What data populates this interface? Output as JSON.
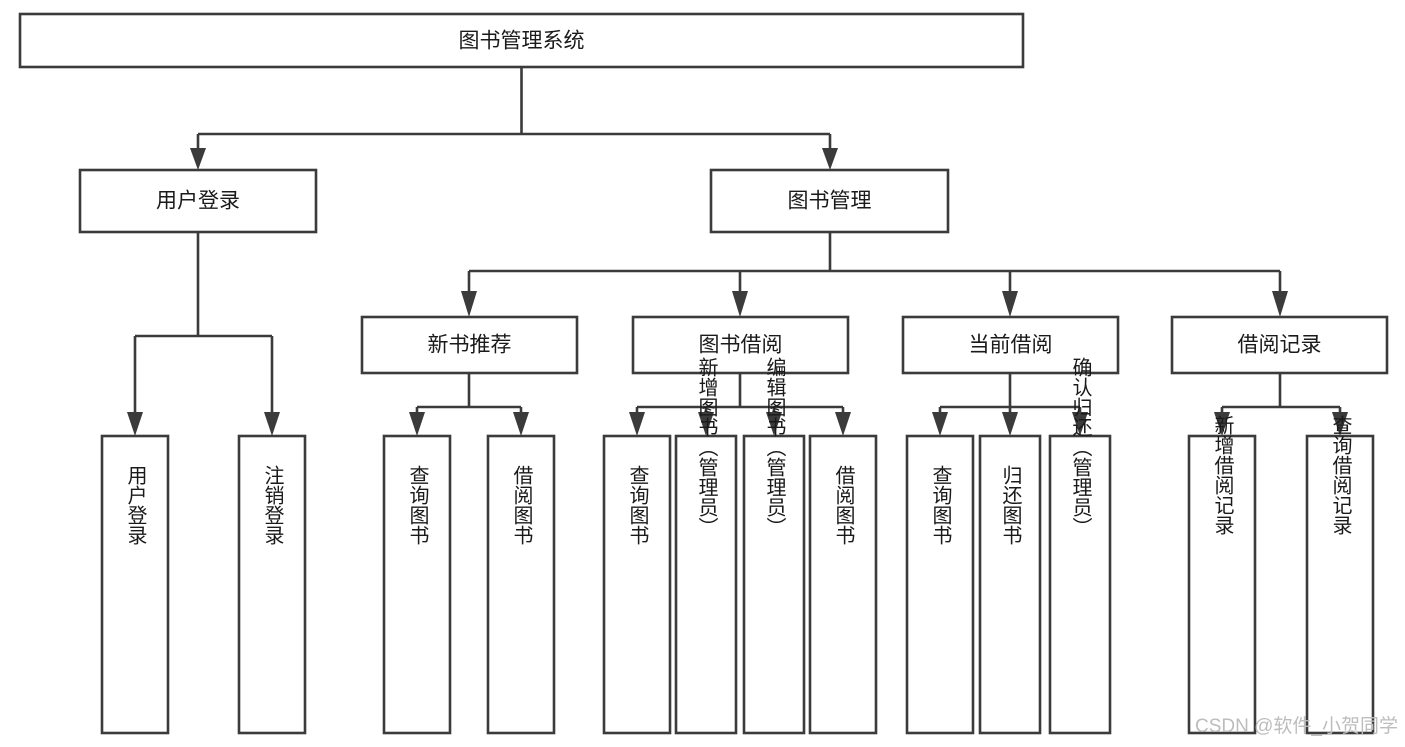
{
  "diagram": {
    "type": "tree-hierarchy",
    "title": "图书管理系统",
    "watermark": "CSDN @软件_小贺同学",
    "colors": {
      "stroke": "#3b3b3b",
      "fill": "#ffffff",
      "text": "#1a1a1a",
      "watermark": "#bdbdbd",
      "background": "#ffffff"
    },
    "levels": {
      "root": {
        "label": "图书管理系统",
        "orientation": "horizontal"
      },
      "level2": [
        {
          "label": "用户登录",
          "orientation": "horizontal"
        },
        {
          "label": "图书管理",
          "orientation": "horizontal"
        }
      ],
      "level3": [
        {
          "label": "新书推荐",
          "orientation": "horizontal"
        },
        {
          "label": "图书借阅",
          "orientation": "horizontal"
        },
        {
          "label": "当前借阅",
          "orientation": "horizontal"
        },
        {
          "label": "借阅记录",
          "orientation": "horizontal"
        }
      ],
      "leaves": [
        {
          "label": "用户登录",
          "orientation": "vertical",
          "parent": "用户登录"
        },
        {
          "label": "注销登录",
          "orientation": "vertical",
          "parent": "用户登录"
        },
        {
          "label": "查询图书",
          "orientation": "vertical",
          "parent": "新书推荐"
        },
        {
          "label": "借阅图书",
          "orientation": "vertical",
          "parent": "新书推荐"
        },
        {
          "label": "查询图书",
          "orientation": "vertical",
          "parent": "图书借阅"
        },
        {
          "label": "新增图书（管理员）",
          "orientation": "vertical",
          "parent": "图书借阅"
        },
        {
          "label": "编辑图书（管理员）",
          "orientation": "vertical",
          "parent": "图书借阅"
        },
        {
          "label": "借阅图书",
          "orientation": "vertical",
          "parent": "图书借阅"
        },
        {
          "label": "查询图书",
          "orientation": "vertical",
          "parent": "当前借阅"
        },
        {
          "label": "归还图书",
          "orientation": "vertical",
          "parent": "当前借阅"
        },
        {
          "label": "确认归还（管理员）",
          "orientation": "vertical",
          "parent": "当前借阅"
        },
        {
          "label": "新增借阅记录",
          "orientation": "vertical",
          "parent": "借阅记录"
        },
        {
          "label": "查询借阅记录",
          "orientation": "vertical",
          "parent": "借阅记录"
        }
      ]
    }
  }
}
